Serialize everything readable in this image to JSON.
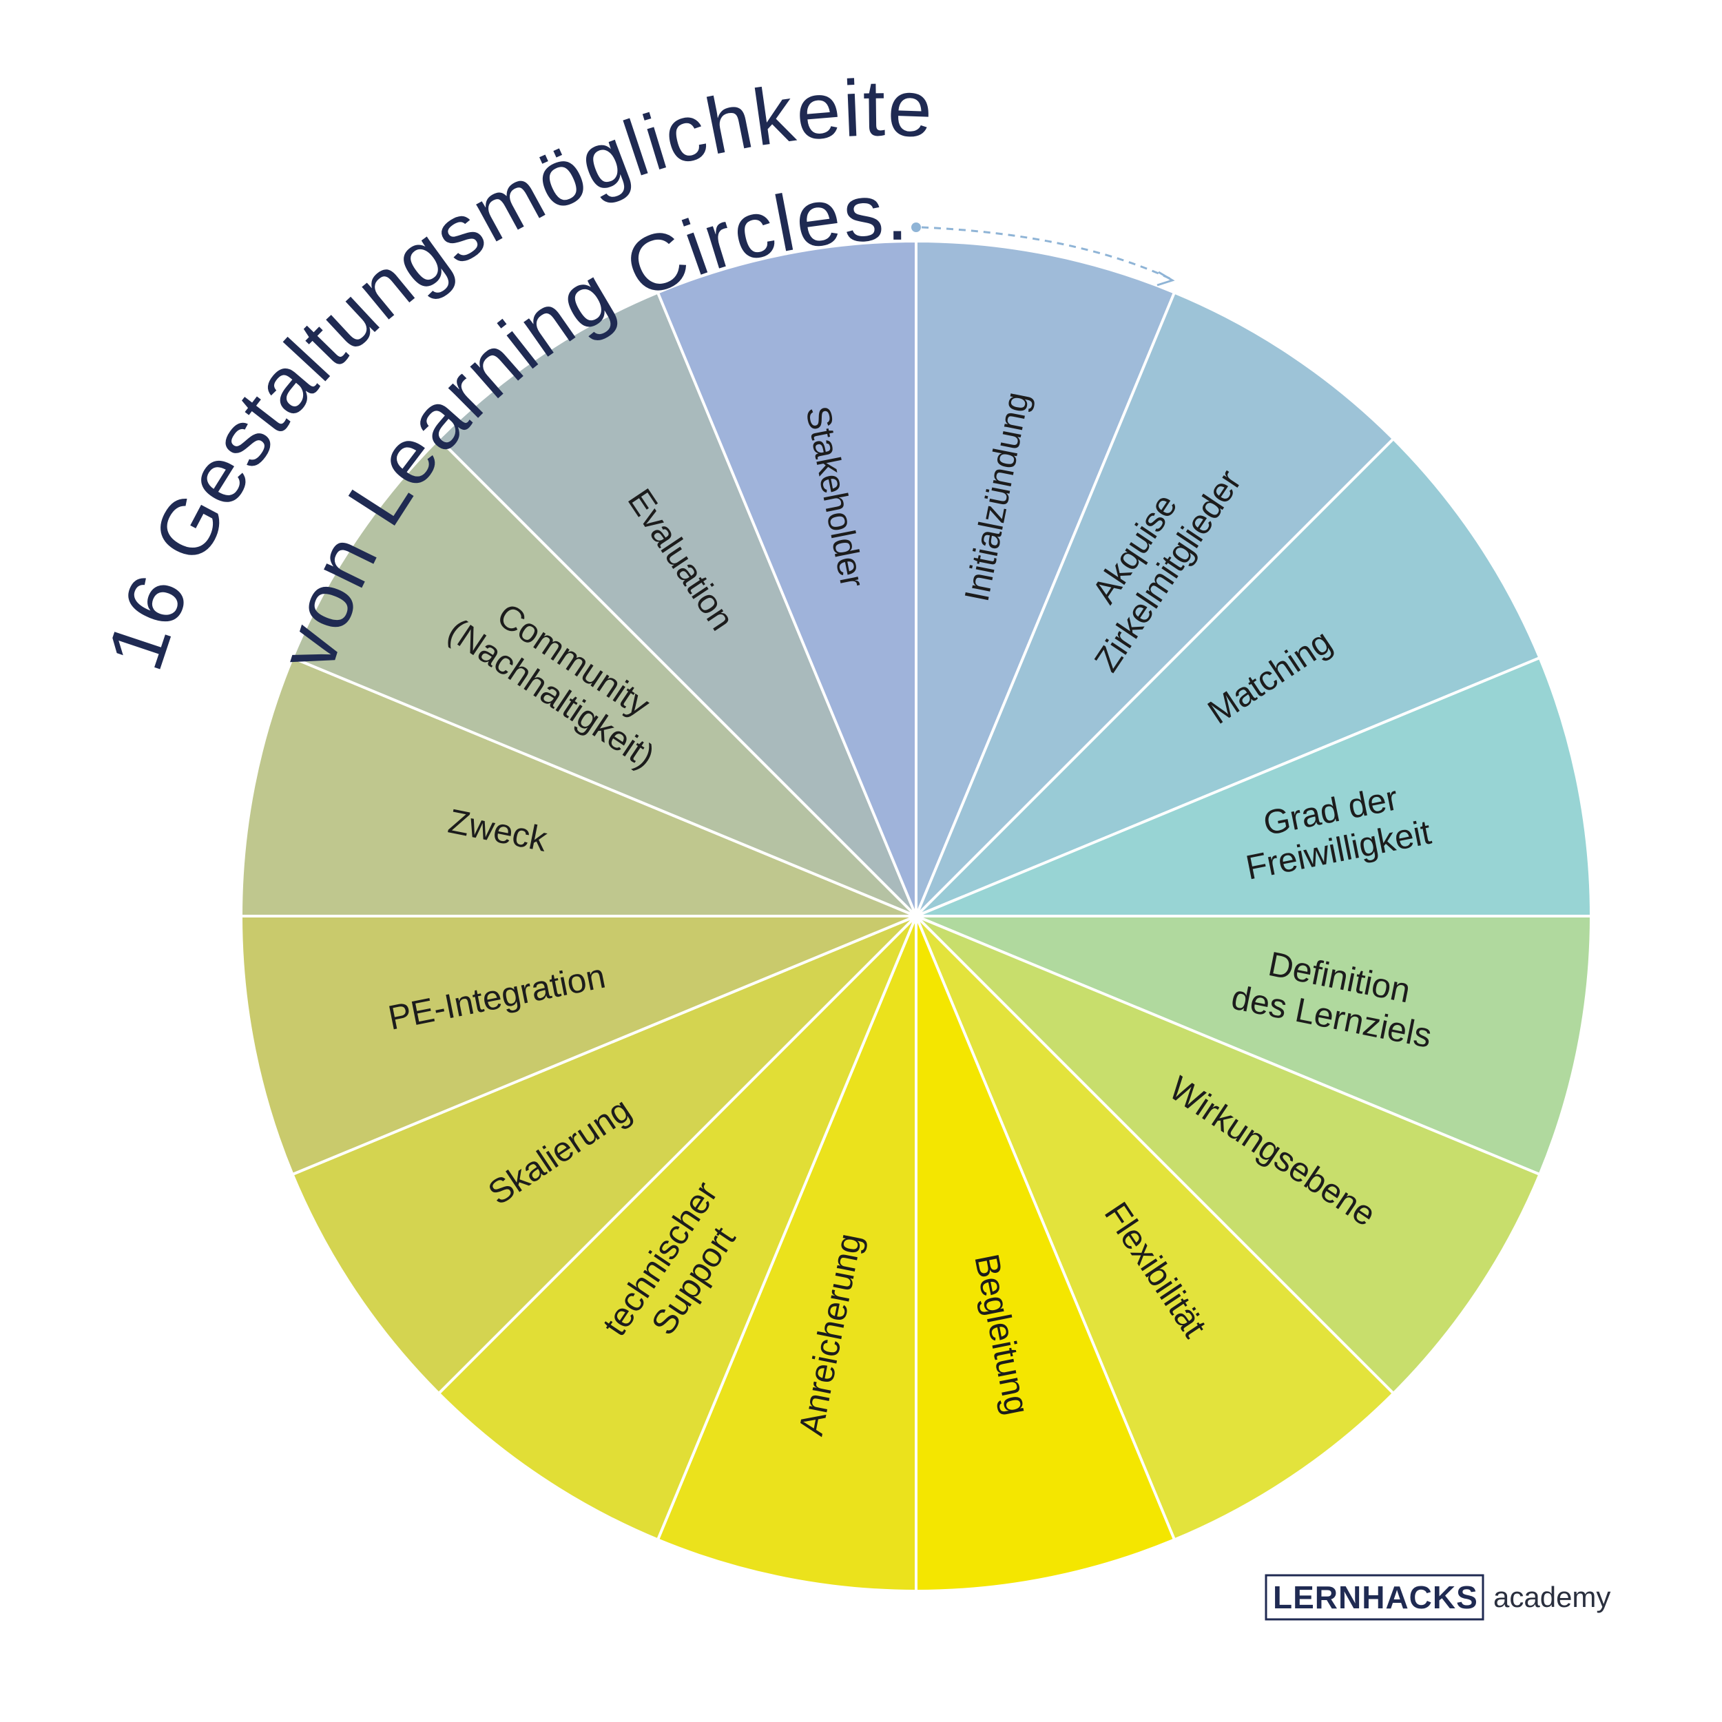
{
  "title": {
    "line1": "16 Gestaltungsmöglichkeiten.",
    "line2": "von Learning Circles."
  },
  "segments": [
    {
      "lines": [
        "Initialzündung"
      ],
      "color": "#9fbbd9"
    },
    {
      "lines": [
        "Akquise",
        "Zirkelmitglieder"
      ],
      "color": "#9dc3d7"
    },
    {
      "lines": [
        "Matching"
      ],
      "color": "#99cbd6"
    },
    {
      "lines": [
        "Grad der",
        "Freiwilligkeit"
      ],
      "color": "#98d4d4"
    },
    {
      "lines": [
        "Definition",
        "des Lernziels"
      ],
      "color": "#b0d99e"
    },
    {
      "lines": [
        "Wirkungsebene"
      ],
      "color": "#c8de6c"
    },
    {
      "lines": [
        "Flexibilität"
      ],
      "color": "#e3e33c"
    },
    {
      "lines": [
        "Begleitung"
      ],
      "color": "#f4e600"
    },
    {
      "lines": [
        "Anreicherung"
      ],
      "color": "#ebe21c"
    },
    {
      "lines": [
        "technischer",
        "Support"
      ],
      "color": "#e1de36"
    },
    {
      "lines": [
        "Skalierung"
      ],
      "color": "#d4d450"
    },
    {
      "lines": [
        "PE-Integration"
      ],
      "color": "#c9ca6c"
    },
    {
      "lines": [
        "Zweck"
      ],
      "color": "#bfc78e"
    },
    {
      "lines": [
        "Community",
        "(Nachhaltigkeit)"
      ],
      "color": "#b5c2a3"
    },
    {
      "lines": [
        "Evaluation"
      ],
      "color": "#a9babc"
    },
    {
      "lines": [
        "Stakeholder"
      ],
      "color": "#9fb3da"
    }
  ],
  "logo": {
    "brand": "LERNHACKS",
    "suffix": "academy"
  },
  "colors": {
    "title": "#1f2a52",
    "divider": "#ffffff",
    "arrow": "#8fb4d6"
  }
}
